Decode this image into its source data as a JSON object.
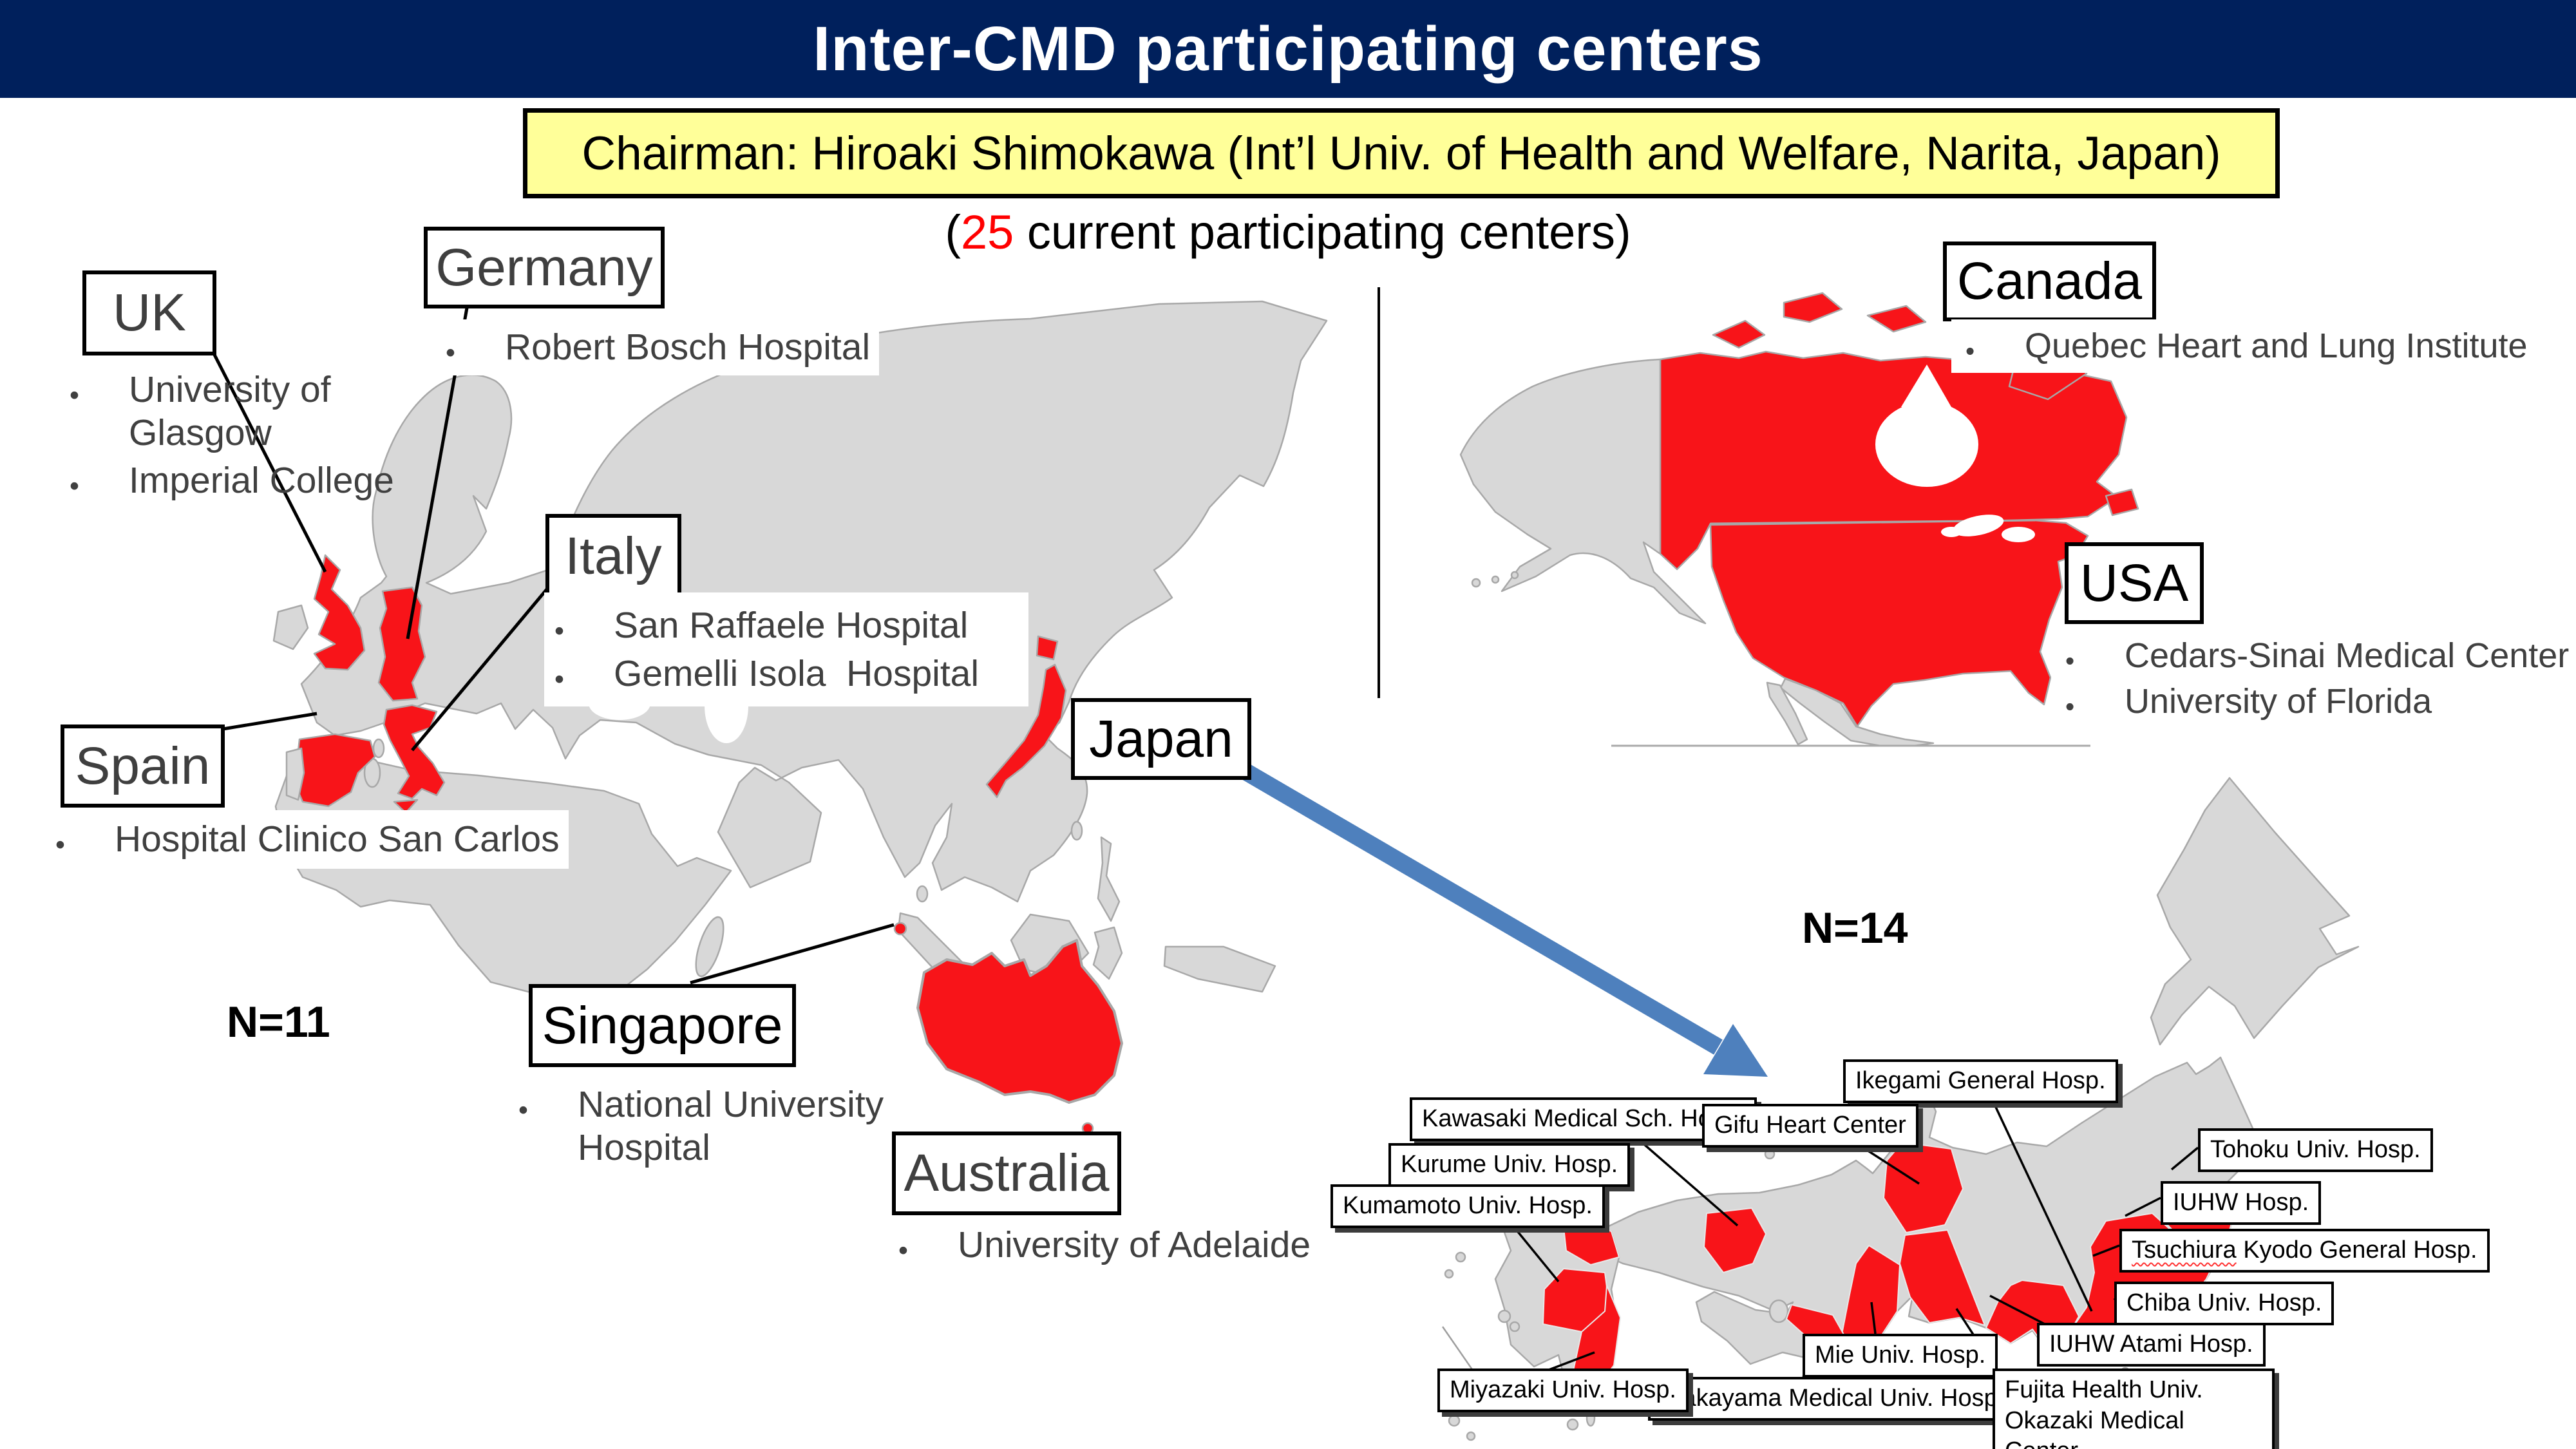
{
  "colors": {
    "header_bg": "#00205C",
    "header_text": "#FFFFFF",
    "chairman_bg": "#FFFF99",
    "count_red": "#FF0000",
    "map_red": "#F81419",
    "map_gray": "#D8D8D8",
    "map_border": "#A8A8A8",
    "arrow_blue": "#4E80BD",
    "label_gray_text": "#3F3F3F"
  },
  "header": {
    "title": "Inter-CMD participating centers"
  },
  "chairman": {
    "label": "Chairman: Hiroaki Shimokawa (Int’l Univ. of Health and Welfare, Narita, Japan)"
  },
  "subtitle": {
    "open": "(",
    "count": "25",
    "rest": " current participating centers)"
  },
  "world_section": {
    "n_label": "N=11",
    "countries": [
      {
        "name": "UK",
        "hospitals": [
          "University of Glasgow",
          "Imperial College"
        ]
      },
      {
        "name": "Germany",
        "hospitals": [
          "Robert Bosch Hospital"
        ]
      },
      {
        "name": "Italy",
        "hospitals": [
          "San Raffaele Hospital",
          "Gemelli Isola  Hospital"
        ]
      },
      {
        "name": "Spain",
        "hospitals": [
          "Hospital Clinico San Carlos"
        ]
      },
      {
        "name": "Japan",
        "hospitals": []
      },
      {
        "name": "Singapore",
        "hospitals": [
          "National University Hospital"
        ]
      },
      {
        "name": "Australia",
        "hospitals": [
          "University of Adelaide"
        ]
      }
    ]
  },
  "north_america_section": {
    "countries": [
      {
        "name": "Canada",
        "hospitals": [
          "Quebec Heart and Lung Institute"
        ]
      },
      {
        "name": "USA",
        "hospitals": [
          "Cedars-Sinai Medical Center",
          "University of Florida"
        ]
      }
    ]
  },
  "japan_section": {
    "n_label": "N=14",
    "hospitals": [
      {
        "label": "Ikegami General Hosp."
      },
      {
        "label": "Kawasaki Medical Sch. Hosp."
      },
      {
        "label": "Gifu Heart Center"
      },
      {
        "label": "Kurume Univ. Hosp."
      },
      {
        "label": "Kumamoto Univ. Hosp."
      },
      {
        "label": "Tohoku Univ. Hosp."
      },
      {
        "label": "IUHW Hosp."
      },
      {
        "word": "Tsuchiura",
        "rest": " Kyodo General Hosp."
      },
      {
        "label": "Chiba Univ. Hosp."
      },
      {
        "label": "IUHW Atami Hosp."
      },
      {
        "label": "Mie Univ. Hosp."
      },
      {
        "label": "Wakayama Medical Univ. Hosp."
      },
      {
        "label": "Fujita Health Univ. Okazaki Medical Center"
      },
      {
        "label": "Miyazaki Univ. Hosp."
      }
    ]
  }
}
